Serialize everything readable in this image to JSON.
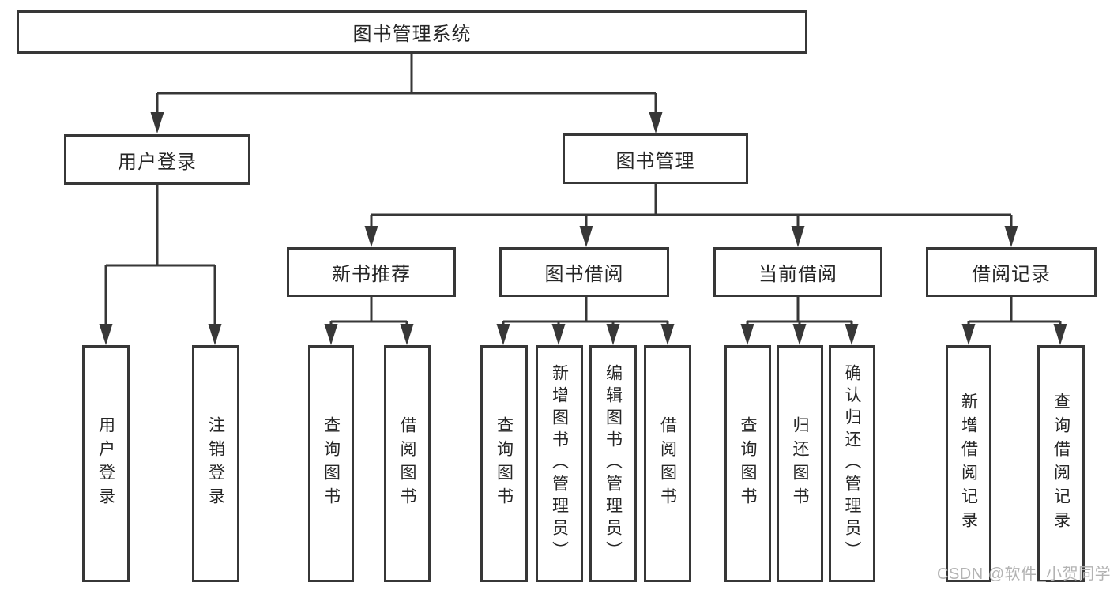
{
  "diagram": {
    "title": "图书管理系统",
    "branches": [
      {
        "label": "用户登录",
        "children": [
          {
            "label": "用户登录"
          },
          {
            "label": "注销登录"
          }
        ]
      },
      {
        "label": "图书管理",
        "children": [
          {
            "label": "新书推荐",
            "children": [
              {
                "label": "查询图书"
              },
              {
                "label": "借阅图书"
              }
            ]
          },
          {
            "label": "图书借阅",
            "children": [
              {
                "label": "查询图书"
              },
              {
                "label": "新增图书（管理员）"
              },
              {
                "label": "编辑图书（管理员）"
              },
              {
                "label": "借阅图书"
              }
            ]
          },
          {
            "label": "当前借阅",
            "children": [
              {
                "label": "查询图书"
              },
              {
                "label": "归还图书"
              },
              {
                "label": "确认归还（管理员）"
              }
            ]
          },
          {
            "label": "借阅记录",
            "children": [
              {
                "label": "新增借阅记录"
              },
              {
                "label": "查询借阅记录"
              }
            ]
          }
        ]
      }
    ]
  },
  "watermark": {
    "text": "CSDN @软件_小贺同学"
  },
  "colors": {
    "line": "#373737",
    "box_border": "#373737",
    "text": "#262626",
    "watermark": "#b3b3b3",
    "background": "#ffffff"
  }
}
